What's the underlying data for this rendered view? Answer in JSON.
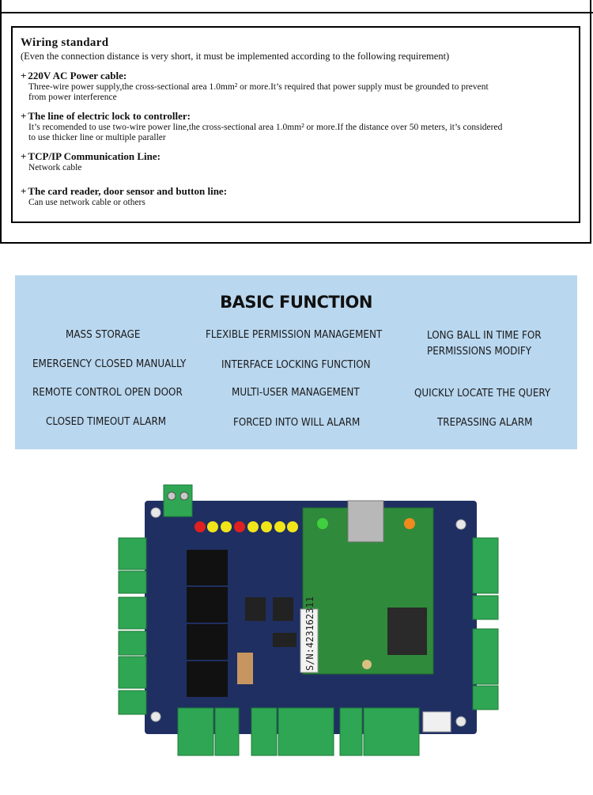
{
  "wiring": {
    "title": "Wiring standard",
    "subtitle": "(Even the connection distance  is very short, it must be implemented  according to the following requirement)",
    "items": [
      {
        "heading": "220V AC Power cable",
        "body_lines": [
          "Three-wire power supply,the cross-sectional area 1.0mm² or more.It’s required that power supply must be grounded to prevent",
          "from power interference"
        ]
      },
      {
        "heading": "The line of electric lock to controller",
        "body_lines": [
          "It’s recomended to use two-wire power line,the cross-sectional area 1.0mm²  or more.If the distance over 50 meters, it’s considered",
          "to use  thicker line or multiple paraller"
        ]
      },
      {
        "heading": "TCP/IP  Communication Line",
        "body_lines": [
          "Network cable"
        ]
      },
      {
        "heading": "The card reader, door sensor and button line",
        "body_lines": [
          "Can use network cable or others"
        ]
      }
    ]
  },
  "basic_function": {
    "title": "BASIC FUNCTION",
    "col1": [
      "MASS STORAGE",
      "EMERGENCY CLOSED MANUALLY",
      "REMOTE CONTROL OPEN DOOR",
      "CLOSED TIMEOUT ALARM"
    ],
    "col2": [
      "FLEXIBLE  PERMISSION MANAGEMENT",
      "INTERFACE LOCKING FUNCTION",
      "MULTI-USER MANAGEMENT",
      "FORCED INTO WILL ALARM"
    ],
    "col3_line1": "LONG BALL IN TIME FOR",
    "col3_line2": "PERMISSIONS MODIFY",
    "col3": [
      "QUICKLY LOCATE THE QUERY",
      "TREPASSING ALARM"
    ]
  },
  "board": {
    "serial": "S/N:423162311",
    "colors": {
      "pcb": "#1f2f62",
      "module": "#2f8a3c",
      "terminal": "#2fa653",
      "led_red": "#e02020",
      "led_yellow": "#f1e51a",
      "led_green": "#3fcf3f",
      "led_orange": "#f08a1c"
    }
  }
}
